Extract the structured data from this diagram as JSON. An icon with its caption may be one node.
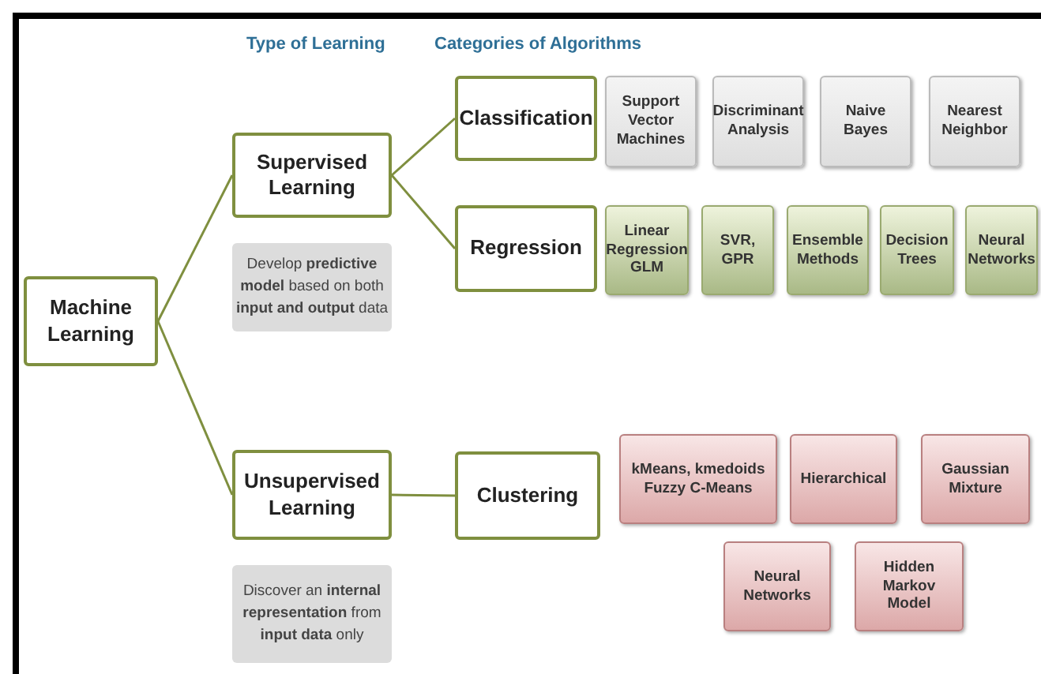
{
  "diagram": {
    "nodes": [
      {
        "text": [
          "Machine Learning"
        ]
      },
      {
        "text": [
          "Supervised Learning"
        ]
      },
      {
        "text": [
          "Develop **predictive model** based on both **input and output** data"
        ]
      },
      {
        "text": [
          "Classification"
        ]
      },
      {
        "text": [
          "Regression"
        ]
      },
      {
        "text": [
          "Support Vector Machines"
        ]
      },
      {
        "text": [
          "Discriminant Analysis"
        ]
      },
      {
        "text": [
          "Naive Bayes"
        ]
      },
      {
        "text": [
          "Nearest Neighbor"
        ]
      },
      {
        "text": [
          "Linear Regression GLM"
        ]
      },
      {
        "text": [
          "SVR, GPR"
        ]
      },
      {
        "text": [
          "Ensemble Methods"
        ]
      },
      {
        "text": [
          "Decision Trees"
        ]
      },
      {
        "text": [
          "Neural Networks"
        ]
      },
      {
        "text": [
          "Unsupervised Learning"
        ]
      },
      {
        "text": [
          "Discover an **internal representation** from **input data** only"
        ]
      },
      {
        "text": [
          "Clustering"
        ]
      },
      {
        "text": [
          "kMeans, kmedoids Fuzzy C-Means"
        ]
      },
      {
        "text": [
          "Hierarchical"
        ]
      },
      {
        "text": [
          "Gaussian Mixture"
        ]
      },
      {
        "text": [
          "Neural Networks"
        ]
      },
      {
        "text": [
          "Hidden Markov Model"
        ]
      }
    ],
    "edges": [
      {
        "from": 0,
        "to": 1,
        "arrow": "none"
      },
      {
        "from": 0,
        "to": 14,
        "arrow": "none"
      },
      {
        "from": 1,
        "to": 3,
        "arrow": "none"
      },
      {
        "from": 1,
        "to": 4,
        "arrow": "none"
      },
      {
        "from": 14,
        "to": 16,
        "arrow": "none"
      }
    ],
    "labels": [
      "Type of Learning",
      "Categories of Algorithms"
    ]
  }
}
